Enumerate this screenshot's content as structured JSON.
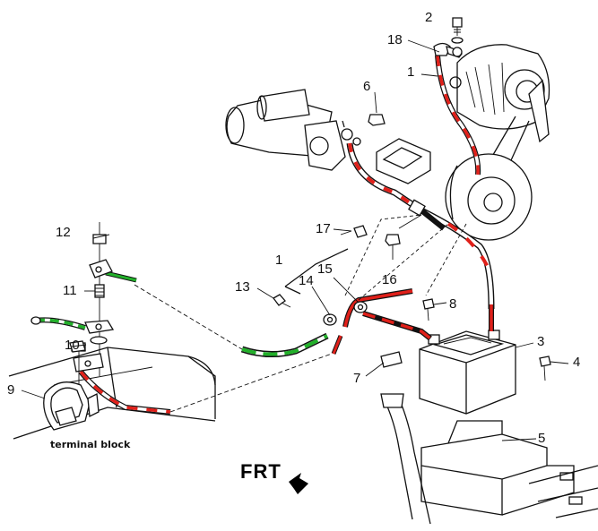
{
  "labels": {
    "n1_alt": "1",
    "n1_harness": "1",
    "n2": "2",
    "n3": "3",
    "n4": "4",
    "n5": "5",
    "n6": "6",
    "n7": "7",
    "n8": "8",
    "n9": "9",
    "n10": "10",
    "n11": "11",
    "n12": "12",
    "n13": "13",
    "n14": "14",
    "n15": "15",
    "n16": "16",
    "n17": "17",
    "n18": "18",
    "terminal_block": "terminal block",
    "frt": "FRT"
  },
  "colors": {
    "positive_wire": "#e0201a",
    "ground_wire": "#22b02a",
    "line": "#111111"
  }
}
